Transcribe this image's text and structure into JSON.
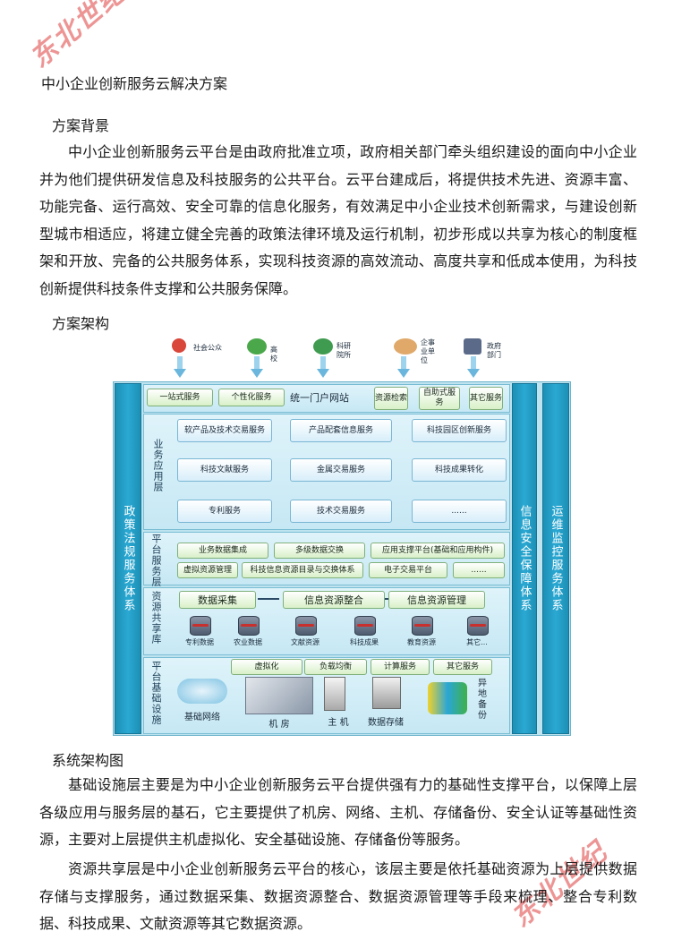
{
  "doc_title": "中小企业创新服务云解决方案",
  "section_background": "方案背景",
  "background_paragraph": "中小企业创新服务云平台是由政府批准立项，政府相关部门牵头组织建设的面向中小企业并为他们提供研发信息及科技服务的公共平台。云平台建成后，将提供技术先进、资源丰富、功能完备、运行高效、安全可靠的信息化服务，有效满足中小企业技术创新需求，与建设创新型城市相适应，将建立健全完善的政策法律环境及运行机制，初步形成以共享为核心的制度框架和开放、完备的公共服务体系，实现科技资源的高效流动、高度共享和低成本使用，为科技创新提供科技条件支撑和公共服务保障。",
  "section_architecture": "方案架构",
  "watermark": "东北世纪",
  "diagram": {
    "actors": [
      "社会公众",
      "高校",
      "科研院所",
      "企事业单位",
      "政府部门"
    ],
    "left_bar": "政策法规服务体系",
    "right_bar_1": "信息安全保障体系",
    "right_bar_2": "运维监控服务体系",
    "portal": {
      "items": [
        "一站式服务",
        "个性化服务"
      ],
      "center": "统一门户网站",
      "right_items": [
        "资源检索",
        "自助式服务",
        "其它服务"
      ]
    },
    "business_layer": {
      "label": "业务应用层",
      "items": [
        "软产品及技术交易服务",
        "产品配套信息服务",
        "科技园区创新服务",
        "科技文献服务",
        "金属交易服务",
        "科技成果转化",
        "专利服务",
        "技术交易服务",
        "......"
      ]
    },
    "platform_layer": {
      "label": "平台服务层",
      "row1": [
        "业务数据集成",
        "多级数据交换",
        "应用支撑平台(基础和应用构件)"
      ],
      "row2": [
        "虚拟资源管理",
        "科技信息资源目录与交换体系",
        "电子交易平台",
        "......"
      ]
    },
    "resource_layer": {
      "label": "资源共享库",
      "flow": [
        "数据采集",
        "信息资源整合",
        "信息资源管理"
      ],
      "dbs": [
        "专利数据",
        "农业数据",
        "文献资源",
        "科技成果",
        "教育资源",
        "其它..."
      ]
    },
    "infra_layer": {
      "label": "平台基础设施",
      "services": [
        "虚拟化",
        "负载均衡",
        "计算服务",
        "其它服务"
      ],
      "items": [
        "基础网络",
        "机 房",
        "主 机",
        "数据存储",
        "异地备份"
      ]
    }
  },
  "figure_caption": "系统架构图",
  "infra_paragraph": "基础设施层主要是为中小企业创新服务云平台提供强有力的基础性支撑平台，以保障上层各级应用与服务层的基石，它主要提供了机房、网络、主机、存储备份、安全认证等基础性资源，主要对上层提供主机虚拟化、安全基础设施、存储备份等服务。",
  "resource_paragraph": "资源共享层是中小企业创新服务云平台的核心，该层主要是依托基础资源为上层提供数据存储与支撑服务，通过数据采集、数据资源整合、数据资源管理等手段来梳理、整合专利数据、科技成果、文献资源等其它数据资源。"
}
